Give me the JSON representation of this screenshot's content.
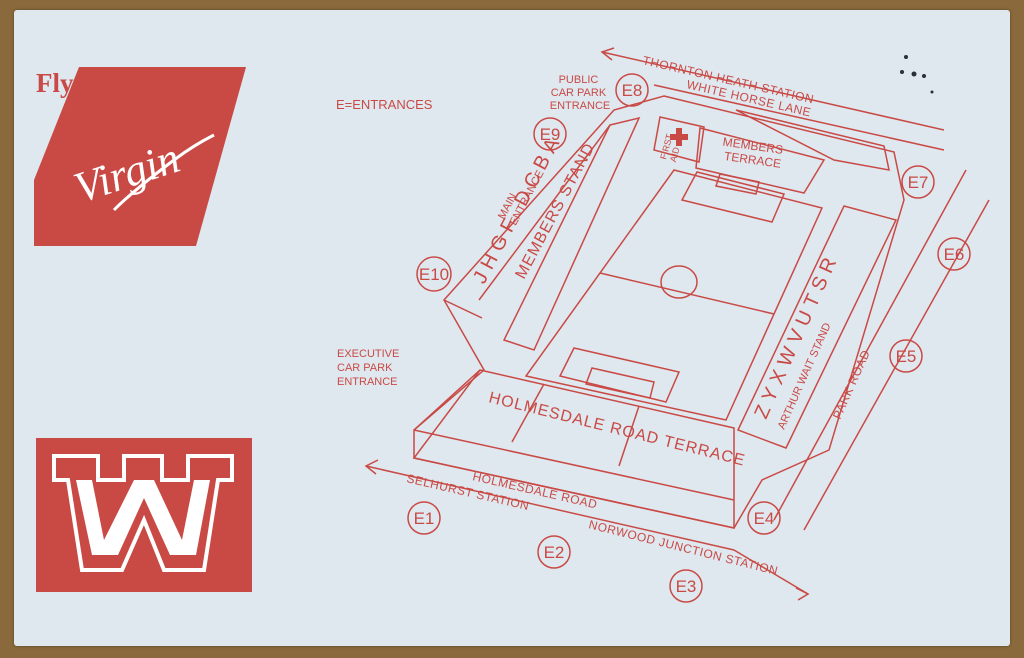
{
  "brand": {
    "fly": "Fly",
    "virgin": "Virgin",
    "w_logo": "W",
    "color_red": "#c94a45",
    "color_card": "#dfe7ef"
  },
  "legend": "E=ENTRANCES",
  "labels": {
    "public_car_park": [
      "PUBLIC",
      "CAR PARK",
      "ENTRANCE"
    ],
    "main_entrance": [
      "MAIN",
      "ENTRANCE"
    ],
    "executive_car_park": [
      "EXECUTIVE",
      "CAR PARK",
      "ENTRANCE"
    ],
    "members_terrace": [
      "MEMBERS",
      "TERRACE"
    ],
    "first_aid": [
      "FIRST",
      "AID"
    ],
    "members_stand_letters": "JHGF DCBA",
    "members_stand": "MEMBERS STAND",
    "arthur_wait_letters": "ZYXWVUTSR",
    "arthur_wait_stand": "ARTHUR WAIT STAND",
    "holmesdale_terrace": "HOLMESDALE ROAD TERRACE"
  },
  "roads": {
    "thornton_heath": "THORNTON HEATH STATION",
    "white_horse": "WHITE HORSE LANE",
    "holmesdale_road": "HOLMESDALE ROAD",
    "selhurst": "SELHURST STATION",
    "norwood": "NORWOOD JUNCTION STATION",
    "park_road": "PARK ROAD"
  },
  "entrances": [
    "E1",
    "E2",
    "E3",
    "E4",
    "E5",
    "E6",
    "E7",
    "E8",
    "E9",
    "E10"
  ]
}
